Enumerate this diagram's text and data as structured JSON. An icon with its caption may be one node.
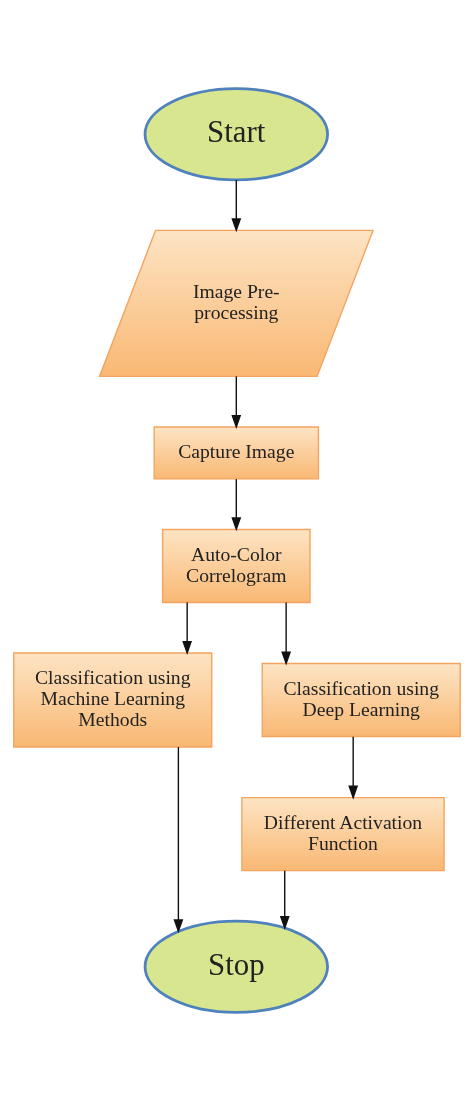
{
  "diagram": {
    "nodes": [
      {
        "text": [
          "Start"
        ]
      },
      {
        "text": [
          "Image Pre-processing"
        ]
      },
      {
        "text": [
          "Capture Image"
        ]
      },
      {
        "text": [
          "Auto-Color Correlogram"
        ]
      },
      {
        "text": [
          "Classification using Machine Learning Methods"
        ]
      },
      {
        "text": [
          "Classification using Deep Learning"
        ]
      },
      {
        "text": [
          "Different Activation Function"
        ]
      },
      {
        "text": [
          "Stop"
        ]
      }
    ],
    "edges": [
      {
        "from": 0,
        "to": 1,
        "arrow": "to"
      },
      {
        "from": 1,
        "to": 2,
        "arrow": "to"
      },
      {
        "from": 2,
        "to": 3,
        "arrow": "to"
      },
      {
        "from": 3,
        "to": 4,
        "arrow": "to"
      },
      {
        "from": 3,
        "to": 5,
        "arrow": "to"
      },
      {
        "from": 5,
        "to": 6,
        "arrow": "to"
      },
      {
        "from": 4,
        "to": 7,
        "arrow": "to"
      },
      {
        "from": 6,
        "to": 7,
        "arrow": "to"
      }
    ]
  }
}
